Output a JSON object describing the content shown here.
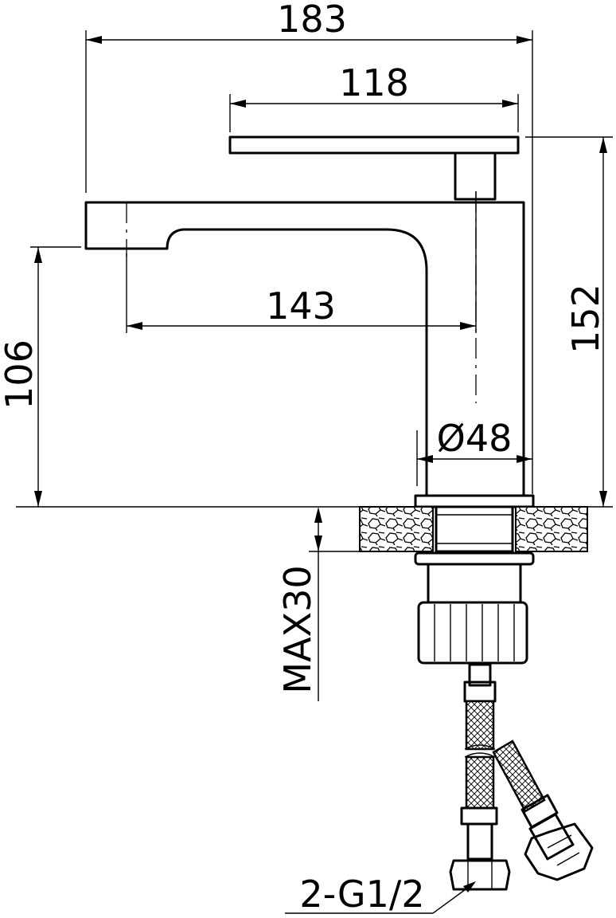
{
  "dimensions": {
    "overall_width": "183",
    "handle_length": "118",
    "spout_reach": "143",
    "overall_height": "152",
    "spout_height": "106",
    "body_diameter": "Ø48",
    "max_deck_thickness": "MAX30",
    "hose_thread": "2-G1/2"
  }
}
